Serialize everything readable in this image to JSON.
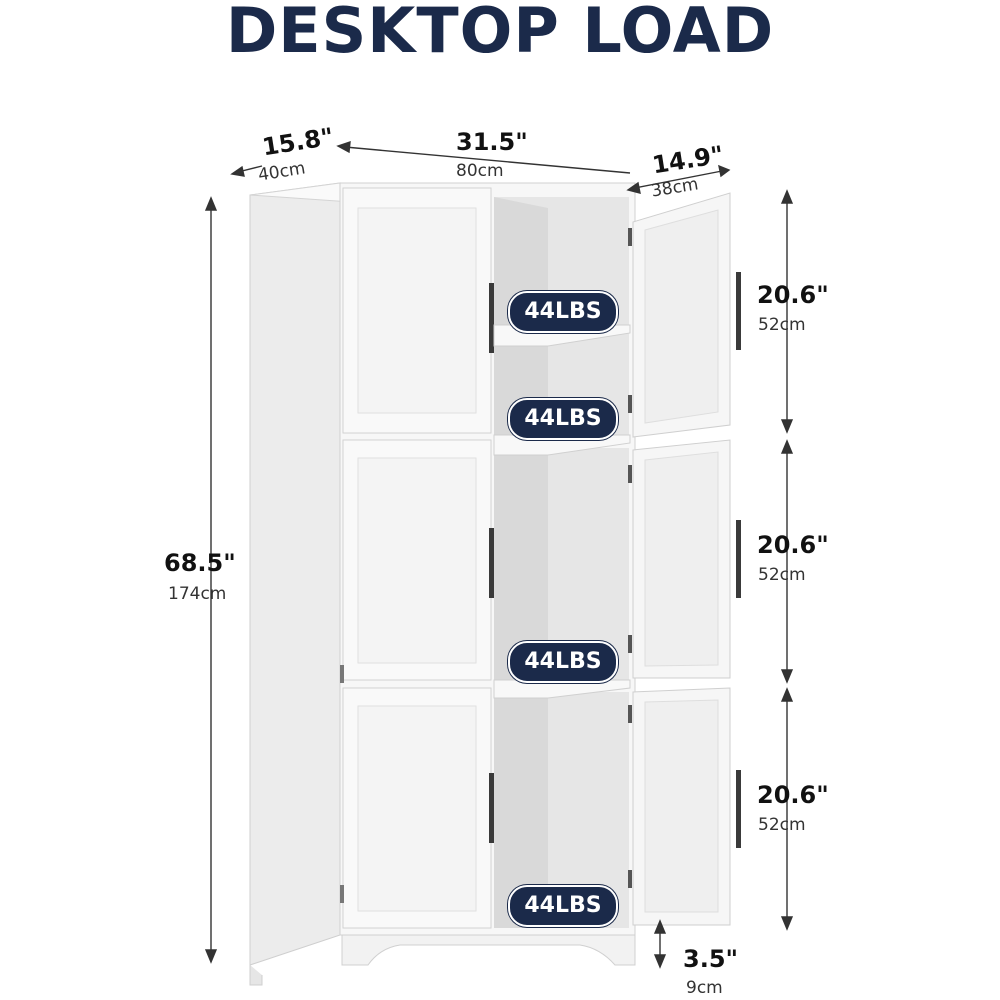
{
  "title": "DESKTOP LOAD",
  "dimensions": {
    "depth_left": {
      "in": "15.8\"",
      "cm": "40cm"
    },
    "width": {
      "in": "31.5\"",
      "cm": "80cm"
    },
    "depth_right": {
      "in": "14.9\"",
      "cm": "38cm"
    },
    "height": {
      "in": "68.5\"",
      "cm": "174cm"
    },
    "section_top": {
      "in": "20.6\"",
      "cm": "52cm"
    },
    "section_mid": {
      "in": "20.6\"",
      "cm": "52cm"
    },
    "section_bottom": {
      "in": "20.6\"",
      "cm": "52cm"
    },
    "base": {
      "in": "3.5\"",
      "cm": "9cm"
    }
  },
  "load_badges": [
    "44LBS",
    "44LBS",
    "44LBS",
    "44LBS"
  ],
  "colors": {
    "badge": "#1b2a4a",
    "cabinet": "#f4f4f4",
    "interior": "#e3e3e3",
    "handle": "#3a3a3a"
  }
}
